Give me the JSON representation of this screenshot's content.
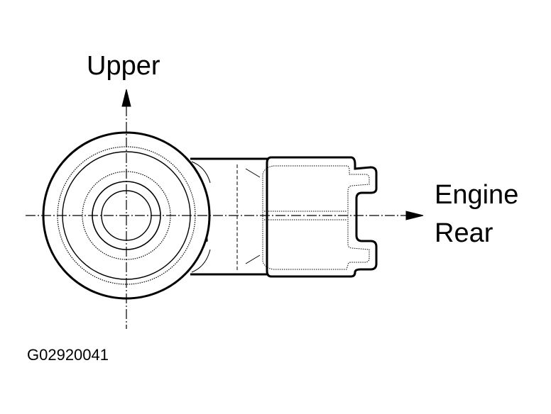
{
  "labels": {
    "upper": "Upper",
    "engine": "Engine",
    "rear": "Rear",
    "figure_code": "G02920041"
  },
  "colors": {
    "ink": "#000000",
    "paper": "#ffffff"
  }
}
